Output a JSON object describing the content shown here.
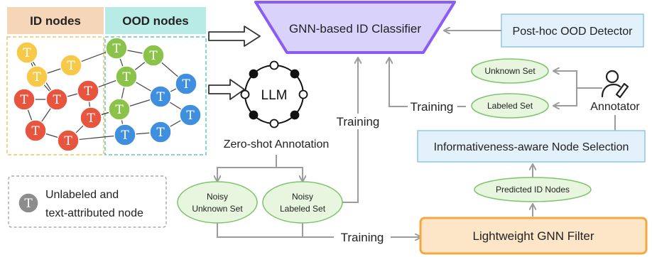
{
  "panels": {
    "id_nodes": {
      "label": "ID nodes",
      "color": "#f5d6b8"
    },
    "ood_nodes": {
      "label": "OOD nodes",
      "color": "#b8ebe6"
    }
  },
  "node_glyph": "T",
  "legend": {
    "line1": "Unlabeled and",
    "line2": "text-attributed node"
  },
  "llm": {
    "label": "LLM"
  },
  "zero_shot_label": "Zero-shot Annotation",
  "noisy_unknown": {
    "line1": "Noisy",
    "line2": "Unknown Set"
  },
  "noisy_labeled": {
    "line1": "Noisy",
    "line2": "Labeled Set"
  },
  "classifier": {
    "label": "GNN-based ID Classifier",
    "fill": "#d9d2fb",
    "stroke": "#8a5bf5"
  },
  "detector": {
    "label": "Post-hoc  OOD Detector"
  },
  "training_labels": {
    "center": "Training",
    "right": "Training",
    "bottom": "Training"
  },
  "unknown_set": "Unknown Set",
  "labeled_set": "Labeled Set",
  "annotator": {
    "label": "Annotator"
  },
  "node_selection": {
    "label": "Informativeness-aware Node Selection"
  },
  "predicted_id_nodes": "Predicted ID Nodes",
  "gnn_filter": {
    "label": "Lightweight GNN Filter",
    "fill": "#fde6c8",
    "stroke": "#f5a742"
  },
  "colors": {
    "node_yellow": "#f7c948",
    "node_red": "#e8553f",
    "node_green": "#8bc34a",
    "node_blue": "#3f8fde",
    "set_fill": "#e9f6df",
    "set_stroke": "#7cc46b",
    "box_fill": "#e3f1fb",
    "box_stroke": "#8fc6ea",
    "arrow": "#9c9c9c"
  }
}
